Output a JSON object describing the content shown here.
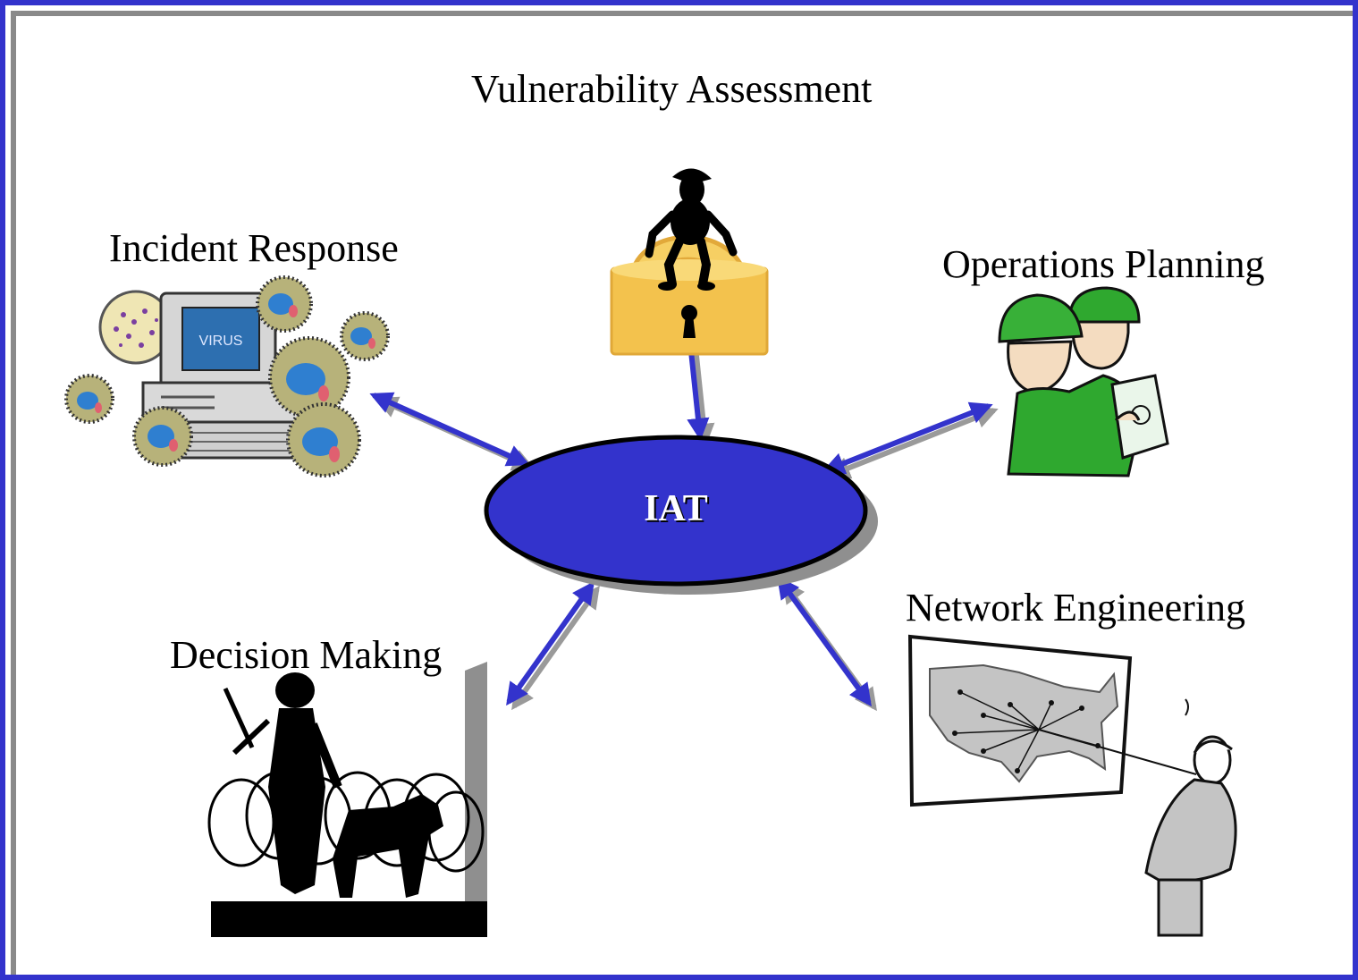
{
  "hub": {
    "label": "IAT"
  },
  "nodes": {
    "vulnerability": "Vulnerability Assessment",
    "incident": "Incident Response",
    "operations": "Operations Planning",
    "network": "Network Engineering",
    "decision": "Decision Making"
  },
  "virus_screen_text": "VIRUS",
  "colors": {
    "frame": "#3333cc",
    "hub_fill": "#3333cc",
    "arrow": "#3333cc",
    "shadow": "#8a8a8a",
    "lock": "#f3c24d",
    "soldier_green": "#2fa82f"
  }
}
